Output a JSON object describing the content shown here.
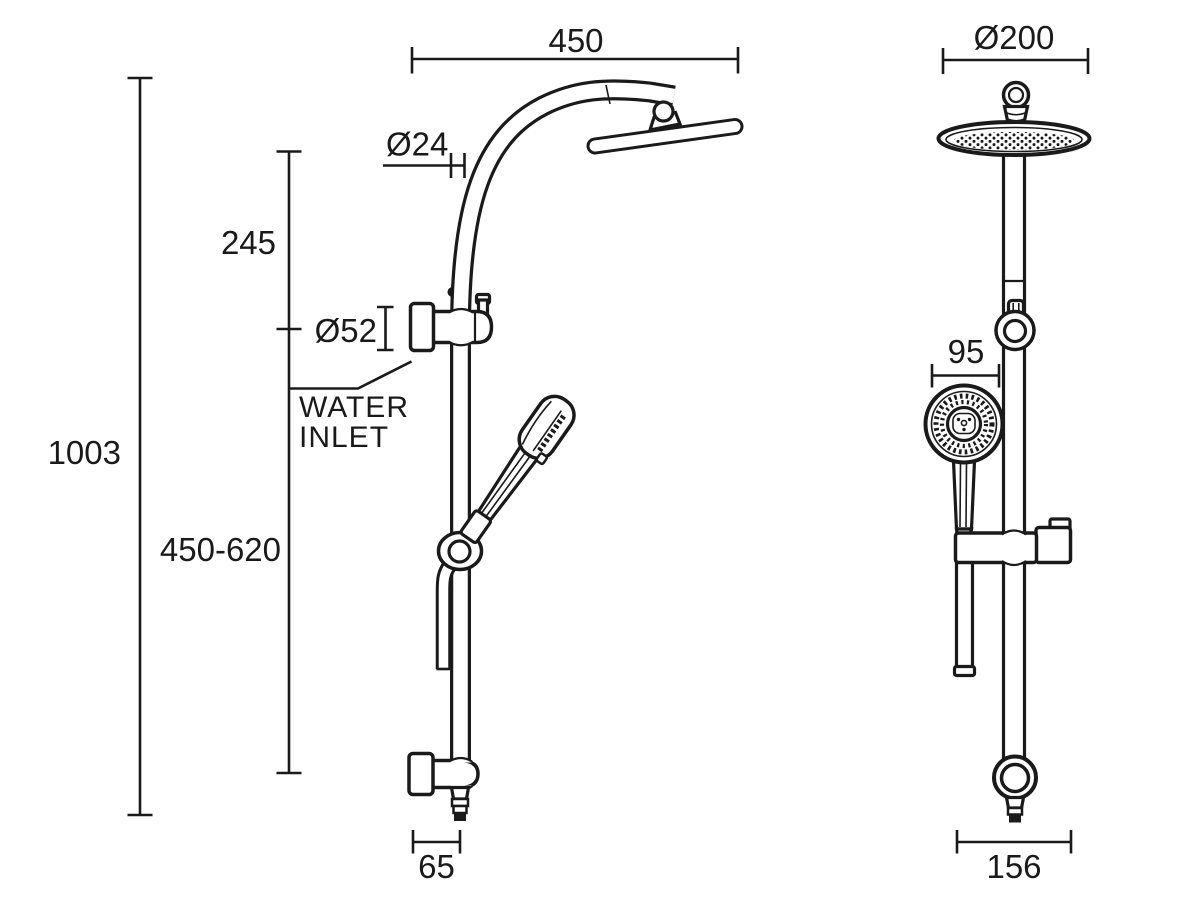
{
  "drawing": {
    "dimensions": {
      "top_width": "450",
      "head_diameter": "Ø200",
      "pipe_diameter": "Ø24",
      "upper_height": "245",
      "inlet_diameter": "Ø52",
      "overall_height": "1003",
      "adjustable_range": "450-620",
      "hand_shower_diameter": "95",
      "bottom_depth_side": "65",
      "bottom_width_front": "156"
    },
    "labels": {
      "water_inlet_line1": "WATER",
      "water_inlet_line2": "INLET"
    },
    "colors": {
      "line": "#1a1a1a",
      "background": "#ffffff"
    }
  }
}
